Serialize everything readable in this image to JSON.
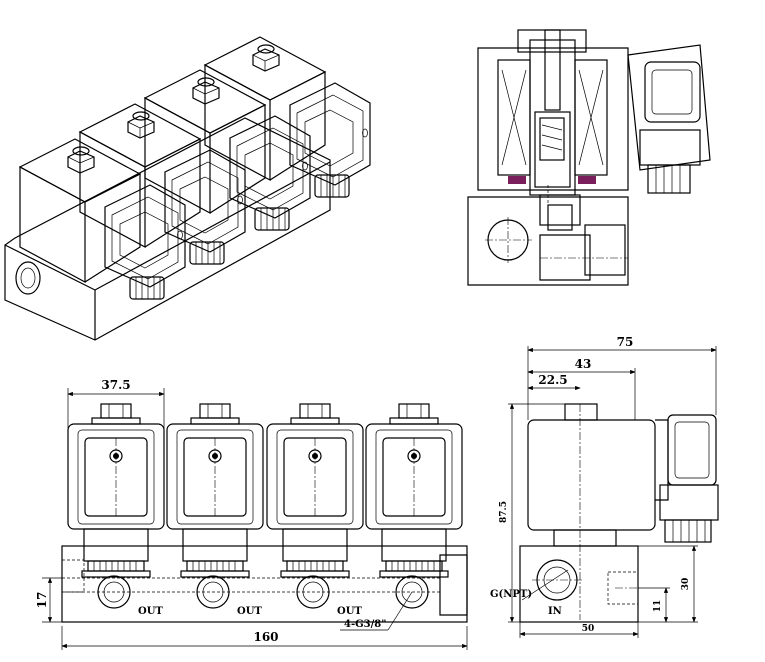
{
  "dimensions": {
    "front_coil_width": "37.5",
    "total_length": "160",
    "base_height": "17",
    "port_thread": "4-G3/8\"",
    "side_total_width": "75",
    "side_mid_width": "43",
    "side_half_coil": "22.5",
    "side_height": "87.5",
    "side_block_height": "30",
    "side_port_height": "11",
    "side_block_width": "50"
  },
  "labels": {
    "out": "OUT",
    "in": "IN",
    "inlet_thread": "G(NPT)"
  },
  "colors": {
    "line": "#000000",
    "seal_accent": "#7a1f5c",
    "coil_fill": "#f2f2f2",
    "shade": "#d9d9d9"
  }
}
